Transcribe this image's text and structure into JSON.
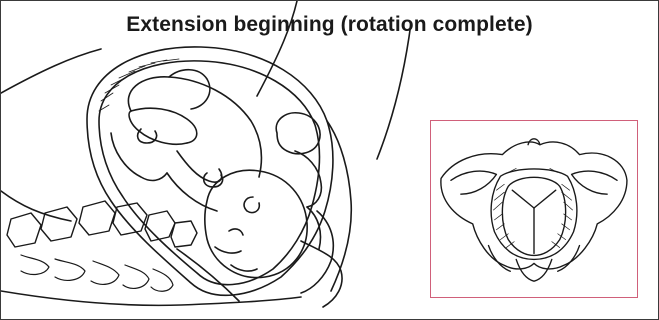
{
  "title": "Extension beginning (rotation complete)",
  "colors": {
    "line": "#1a1a1a",
    "inset_border": "#d0607a",
    "fill_tissue": "#e8e8e8",
    "frame": "#3a3a3a"
  },
  "figures": {
    "main": "sagittal-section-fetus-in-birth-canal",
    "inset": "pelvic-outlet-view-fetal-head"
  }
}
